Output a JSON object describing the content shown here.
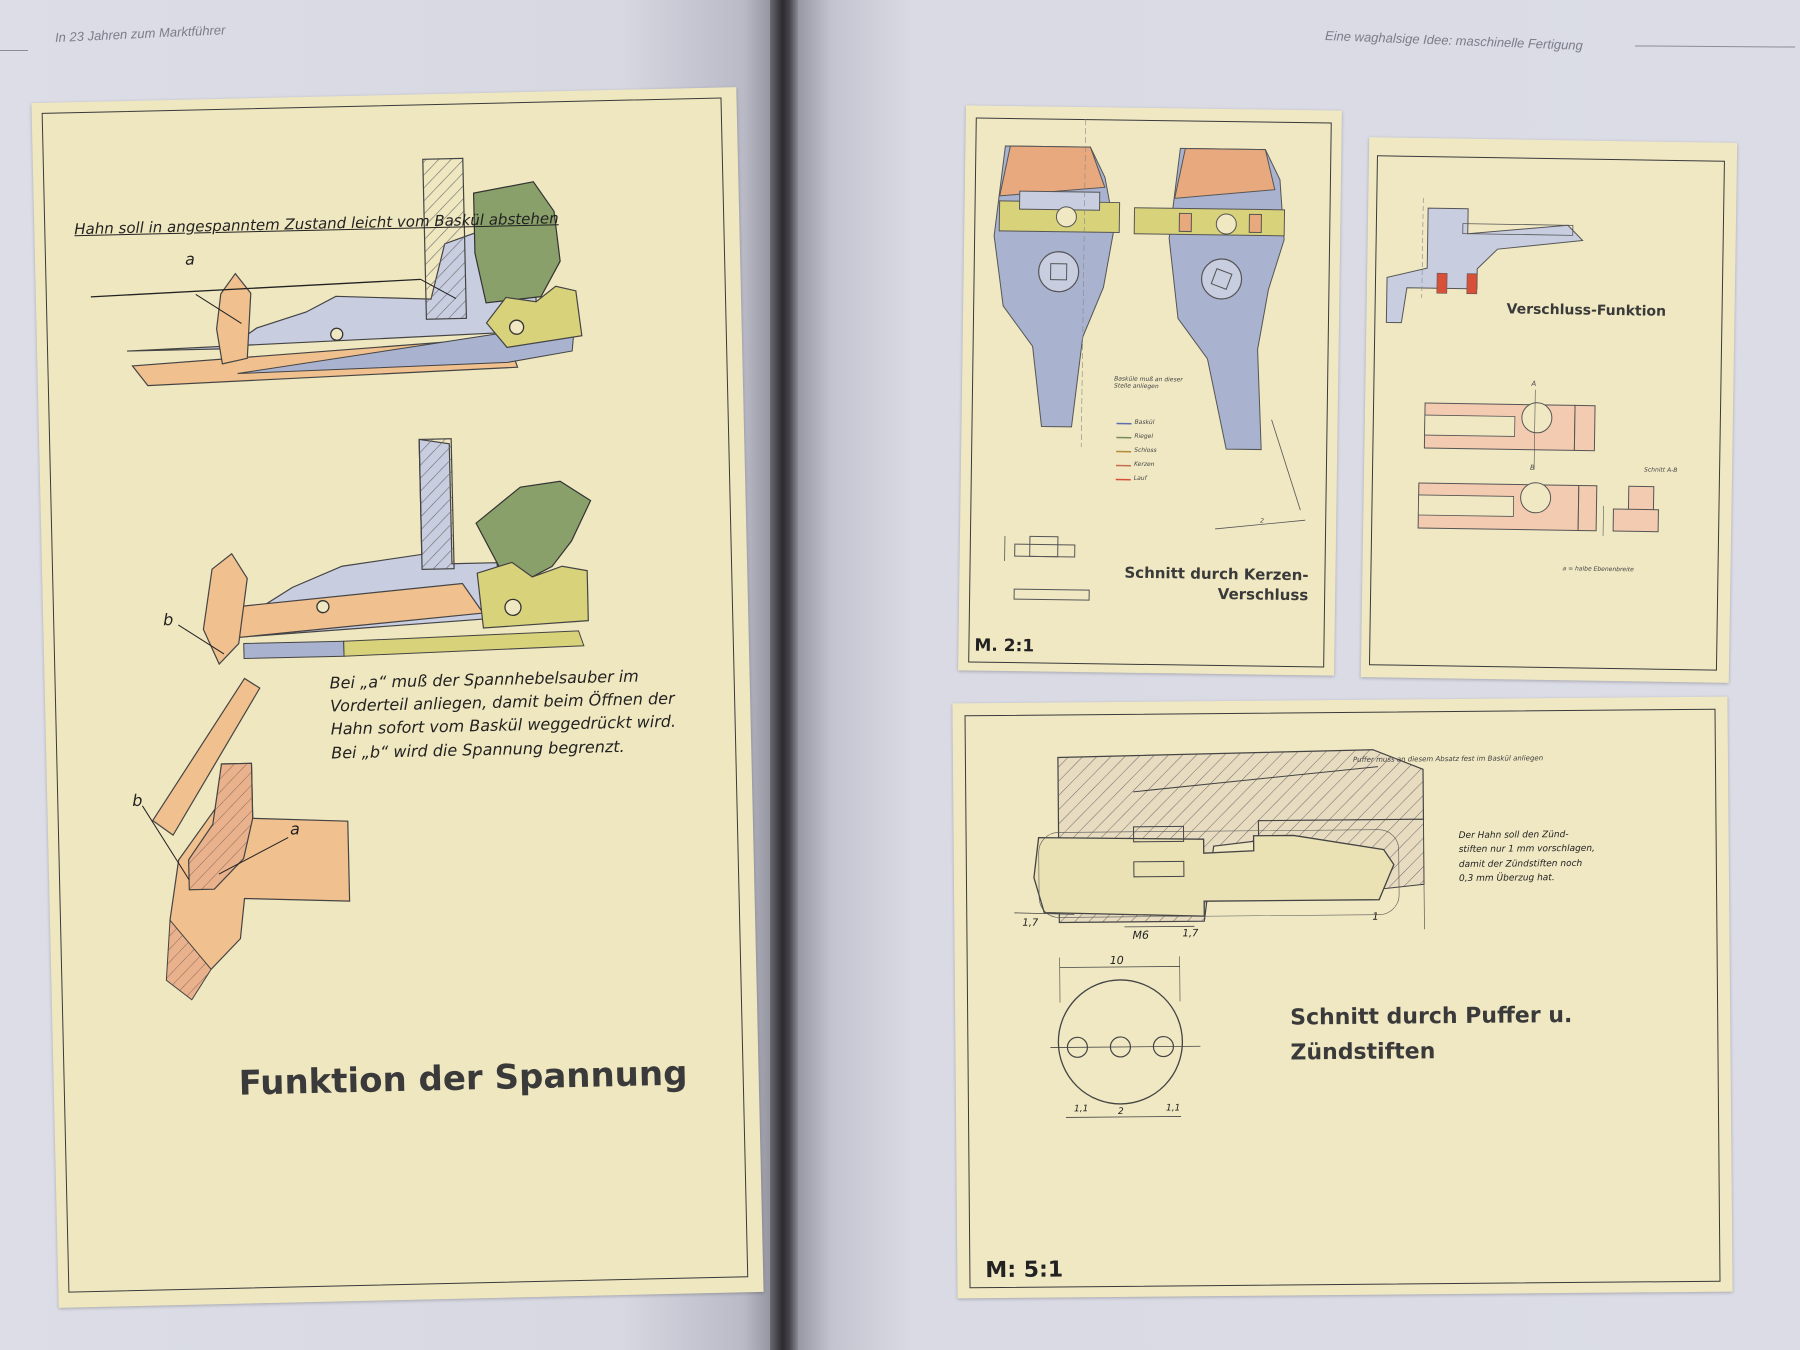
{
  "left_page": {
    "running_head": "In 23 Jahren zum Marktführer",
    "sheet": {
      "top_note": "Hahn soll in angespanntem Zustand leicht vom Baskül abstehen",
      "label_a": "a",
      "label_b": "b",
      "label_b2": "b",
      "label_a2": "a",
      "note_lines": [
        "Bei „a“ muß der Spannhebelsauber im",
        "Vorderteil anliegen, damit beim Öffnen der",
        "Hahn sofort vom Baskül weggedrückt wird.",
        "Bei „b“ wird die Spannung begrenzt."
      ],
      "title": "Funktion der Spannung"
    }
  },
  "right_page": {
    "running_head": "Eine waghalsige Idee: maschinelle Fertigung",
    "sheet_kerzen": {
      "legend_heading": [
        "Basküle muß an dieser",
        "Stelle anliegen"
      ],
      "legend_items": [
        {
          "label": "Baskül",
          "color": "#5b6fb0"
        },
        {
          "label": "Riegel",
          "color": "#7a8a5a"
        },
        {
          "label": "Schloss",
          "color": "#b58a3a"
        },
        {
          "label": "Kerzen",
          "color": "#c76d52"
        },
        {
          "label": "Lauf",
          "color": "#d9503a"
        }
      ],
      "dim_label": "2",
      "title_lines": [
        "Schnitt durch Kerzen-",
        "Verschluss"
      ],
      "scale": "M. 2:1"
    },
    "sheet_verschluss": {
      "title": "Verschluss-Funktion",
      "section_mark_a": "A",
      "section_mark_b": "B",
      "section_label": "Schnitt A-B",
      "footnote": "a = halbe Ebenenbreite"
    },
    "sheet_puffer": {
      "top_note": "Puffer muss an diesem Absatz fest im Baskül anliegen",
      "side_note_lines": [
        "Der Hahn soll den Zünd-",
        "stiften nur 1 mm vorschlagen,",
        "damit der Zündstiften noch",
        "0,3 mm Überzug hat."
      ],
      "dim_1": "1,7",
      "dim_2": "M6",
      "dim_3": "1,7",
      "dim_4": "1",
      "dim_5": "10",
      "dim_6": "1,1",
      "dim_7": "2",
      "dim_8": "1,1",
      "title_lines": [
        "Schnitt durch Puffer u.",
        "Zündstiften"
      ],
      "scale": "M: 5:1"
    }
  },
  "colors": {
    "paper": "#efe8c3",
    "wood_orange": "#f0c08e",
    "hammer_green": "#8aa06a",
    "steel_blue": "#a9b3cf",
    "yellow_part": "#d8d27a",
    "pink_part": "#e9a97e",
    "ink": "#2a2a2a"
  }
}
